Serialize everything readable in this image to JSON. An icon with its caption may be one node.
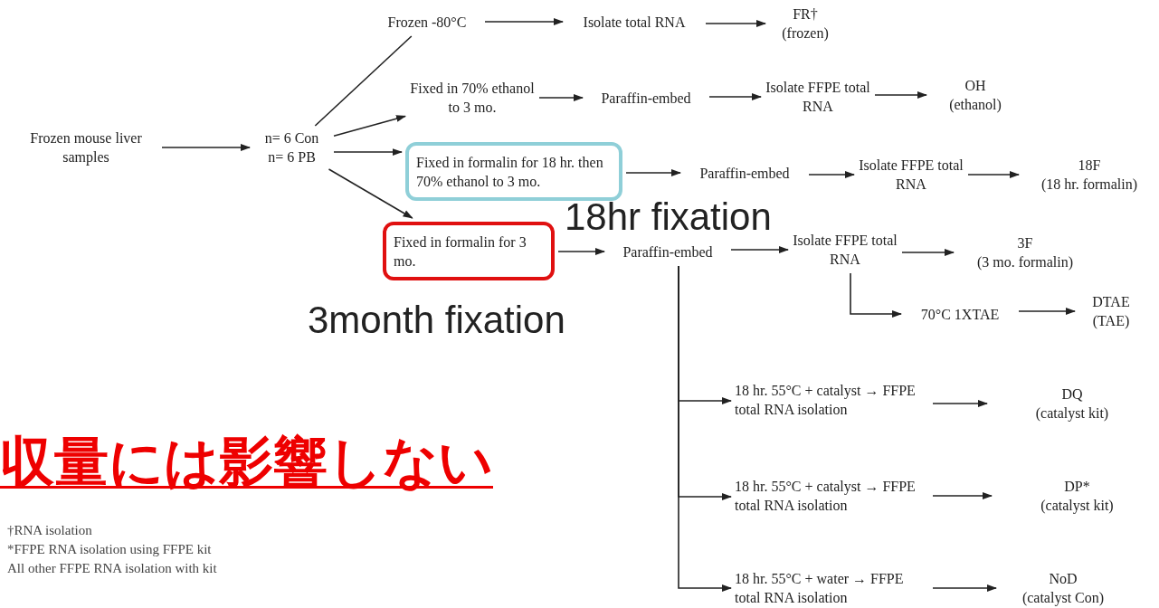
{
  "diagram": {
    "nodes": [
      {
        "text": [
          "Frozen mouse liver samples"
        ]
      },
      {
        "text": [
          "n= 6 Con",
          "n= 6 PB"
        ]
      },
      {
        "text": [
          "Frozen -80°C"
        ]
      },
      {
        "text": [
          "Isolate total RNA"
        ]
      },
      {
        "text": [
          "FR†",
          "(frozen)"
        ]
      },
      {
        "text": [
          "Fixed in 70% ethanol to 3 mo."
        ]
      },
      {
        "text": [
          "Paraffin-embed"
        ]
      },
      {
        "text": [
          "Isolate FFPE total RNA"
        ]
      },
      {
        "text": [
          "OH",
          "(ethanol)"
        ]
      },
      {
        "text": [
          "Fixed in formalin for 18 hr. then 70% ethanol to 3 mo."
        ],
        "beside": [
          "18hr fixation"
        ]
      },
      {
        "text": [
          "Paraffin-embed"
        ]
      },
      {
        "text": [
          "Isolate FFPE total RNA"
        ]
      },
      {
        "text": [
          "18F",
          "(18 hr. formalin)"
        ]
      },
      {
        "text": [
          "Fixed in formalin for 3 mo."
        ],
        "beside": [
          "3month fixation"
        ]
      },
      {
        "text": [
          "Paraffin-embed"
        ]
      },
      {
        "text": [
          "Isolate FFPE total RNA"
        ]
      },
      {
        "text": [
          "3F",
          "(3 mo. formalin)"
        ]
      },
      {
        "text": [
          "70°C 1XTAE"
        ]
      },
      {
        "text": [
          "DTAE",
          "(TAE)"
        ]
      },
      {
        "text": [
          "18 hr. 55°C + catalyst → FFPE total RNA isolation"
        ]
      },
      {
        "text": [
          "DQ",
          "(catalyst kit)"
        ]
      },
      {
        "text": [
          "18 hr. 55°C + catalyst → FFPE total RNA isolation"
        ]
      },
      {
        "text": [
          "DP*",
          "(catalyst kit)"
        ]
      },
      {
        "text": [
          "18 hr. 55°C + water → FFPE total RNA isolation"
        ]
      },
      {
        "text": [
          "NoD",
          "(catalyst Con)"
        ]
      }
    ],
    "edges": [
      {
        "from": 0,
        "to": 1,
        "arrow": "to"
      },
      {
        "from": 1,
        "to": 2,
        "arrow": "none"
      },
      {
        "from": 1,
        "to": 5,
        "arrow": "to"
      },
      {
        "from": 1,
        "to": 9,
        "arrow": "to"
      },
      {
        "from": 1,
        "to": 13,
        "arrow": "to"
      },
      {
        "from": 2,
        "to": 3,
        "arrow": "to"
      },
      {
        "from": 3,
        "to": 4,
        "arrow": "to"
      },
      {
        "from": 5,
        "to": 6,
        "arrow": "to"
      },
      {
        "from": 6,
        "to": 7,
        "arrow": "to"
      },
      {
        "from": 7,
        "to": 8,
        "arrow": "to"
      },
      {
        "from": 9,
        "to": 10,
        "arrow": "to"
      },
      {
        "from": 10,
        "to": 11,
        "arrow": "to"
      },
      {
        "from": 11,
        "to": 12,
        "arrow": "to"
      },
      {
        "from": 13,
        "to": 14,
        "arrow": "to"
      },
      {
        "from": 14,
        "to": 15,
        "arrow": "to"
      },
      {
        "from": 15,
        "to": 16,
        "arrow": "to"
      },
      {
        "from": 15,
        "to": 17,
        "arrow": "to"
      },
      {
        "from": 17,
        "to": 18,
        "arrow": "to"
      },
      {
        "from": 14,
        "to": 19,
        "arrow": "to"
      },
      {
        "from": 14,
        "to": 21,
        "arrow": "to"
      },
      {
        "from": 14,
        "to": 23,
        "arrow": "to"
      },
      {
        "from": 19,
        "to": 20,
        "arrow": "to"
      },
      {
        "from": 21,
        "to": 22,
        "arrow": "to"
      },
      {
        "from": 23,
        "to": 24,
        "arrow": "to"
      }
    ],
    "labels": [
      "収量には影響しない",
      "†RNA isolation",
      "*FFPE RNA isolation using FFPE kit",
      "All other FFPE RNA isolation with kit"
    ]
  }
}
